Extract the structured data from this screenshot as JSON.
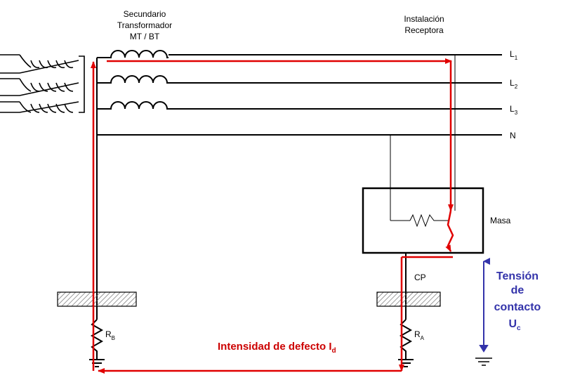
{
  "colors": {
    "conductor": "#000000",
    "fault_path": "#e00000",
    "voltage": "#3333aa",
    "hatch": "#888888"
  },
  "transformer": {
    "line1": "Secundario",
    "line2": "Transformador",
    "line3": "MT / BT"
  },
  "installation": {
    "line1": "Instalación",
    "line2": "Receptora"
  },
  "lines": {
    "l1": {
      "main": "L",
      "sub": "1"
    },
    "l2": {
      "main": "L",
      "sub": "2"
    },
    "l3": {
      "main": "L",
      "sub": "3"
    },
    "n": "N"
  },
  "masa_label": "Masa",
  "cp_label": "CP",
  "rb": {
    "main": "R",
    "sub": "B"
  },
  "ra": {
    "main": "R",
    "sub": "A"
  },
  "fault_current": {
    "text": "Intensidad de defecto I",
    "sub": "d"
  },
  "contact_voltage": {
    "line1": "Tensión",
    "line2": "de",
    "line3": "contacto",
    "line4": "U",
    "sub": "c"
  }
}
